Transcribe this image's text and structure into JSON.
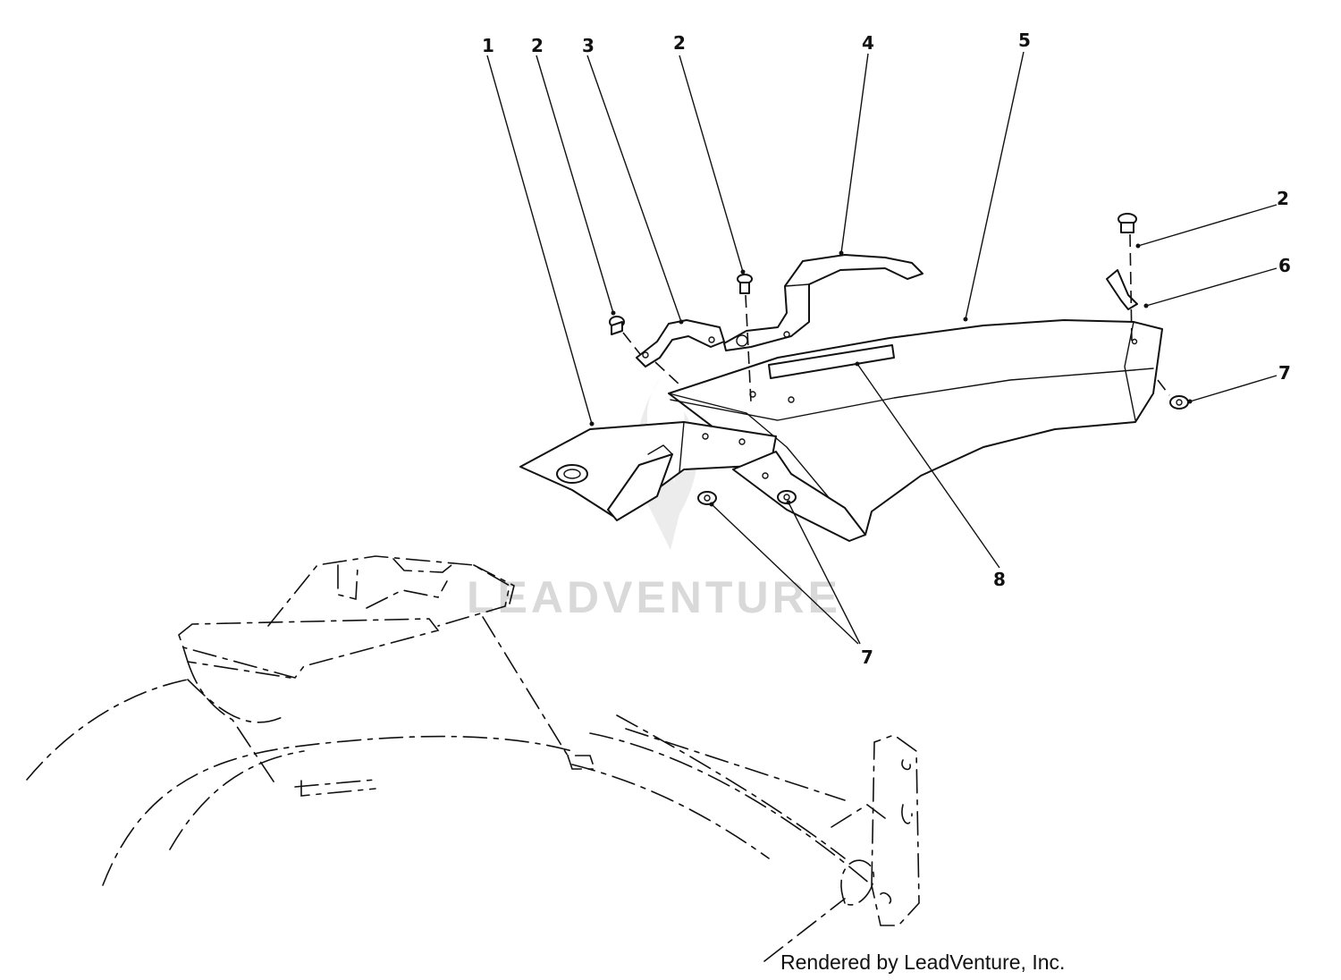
{
  "diagram": {
    "callouts": [
      {
        "id": "c1",
        "label": "1"
      },
      {
        "id": "c2a",
        "label": "2"
      },
      {
        "id": "c3",
        "label": "3"
      },
      {
        "id": "c2b",
        "label": "2"
      },
      {
        "id": "c4",
        "label": "4"
      },
      {
        "id": "c5",
        "label": "5"
      },
      {
        "id": "c2c",
        "label": "2"
      },
      {
        "id": "c6",
        "label": "6"
      },
      {
        "id": "c7a",
        "label": "7"
      },
      {
        "id": "c8",
        "label": "8"
      },
      {
        "id": "c7b",
        "label": "7"
      }
    ],
    "watermark": "LEADVENTURE",
    "credit": "Rendered by LeadVenture, Inc."
  }
}
